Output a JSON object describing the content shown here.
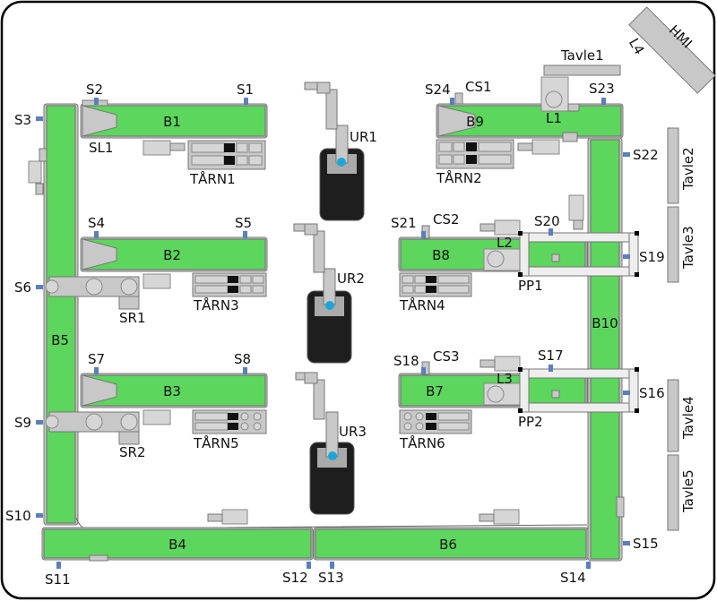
{
  "labels": {
    "conveyors": {
      "b1": "B1",
      "b2": "B2",
      "b3": "B3",
      "b4": "B4",
      "b5": "B5",
      "b6": "B6",
      "b7": "B7",
      "b8": "B8",
      "b9": "B9",
      "b10": "B10"
    },
    "sensors": {
      "s1": "S1",
      "s2": "S2",
      "s3": "S3",
      "s4": "S4",
      "s5": "S5",
      "s6": "S6",
      "s7": "S7",
      "s8": "S8",
      "s9": "S9",
      "s10": "S10",
      "s11": "S11",
      "s12": "S12",
      "s13": "S13",
      "s14": "S14",
      "s15": "S15",
      "s16": "S16",
      "s17": "S17",
      "s18": "S18",
      "s19": "S19",
      "s20": "S20",
      "s21": "S21",
      "s22": "S22",
      "s23": "S23",
      "s24": "S24"
    },
    "stops": {
      "sl1": "SL1",
      "sr1": "SR1",
      "sr2": "SR2",
      "cs1": "CS1",
      "cs2": "CS2",
      "cs3": "CS3"
    },
    "lifts": {
      "l1": "L1",
      "l2": "L2",
      "l3": "L3",
      "l4": "L4"
    },
    "pushers": {
      "pp1": "PP1",
      "pp2": "PP2"
    },
    "robots": {
      "ur1": "UR1",
      "ur2": "UR2",
      "ur3": "UR3"
    },
    "towers": {
      "t1": "TÅRN1",
      "t2": "TÅRN2",
      "t3": "TÅRN3",
      "t4": "TÅRN4",
      "t5": "TÅRN5",
      "t6": "TÅRN6"
    },
    "panels": {
      "tavle1": "Tavle1",
      "tavle2": "Tavle2",
      "tavle3": "Tavle3",
      "tavle4": "Tavle4",
      "tavle5": "Tavle5",
      "hmi": "HMI"
    }
  },
  "colors": {
    "conveyor": "#5cd65c",
    "sensor": "#5b7fbd",
    "robot_body": "#1e1e1e",
    "robot_tool": "#1aa7d8",
    "frame": "#000000"
  }
}
